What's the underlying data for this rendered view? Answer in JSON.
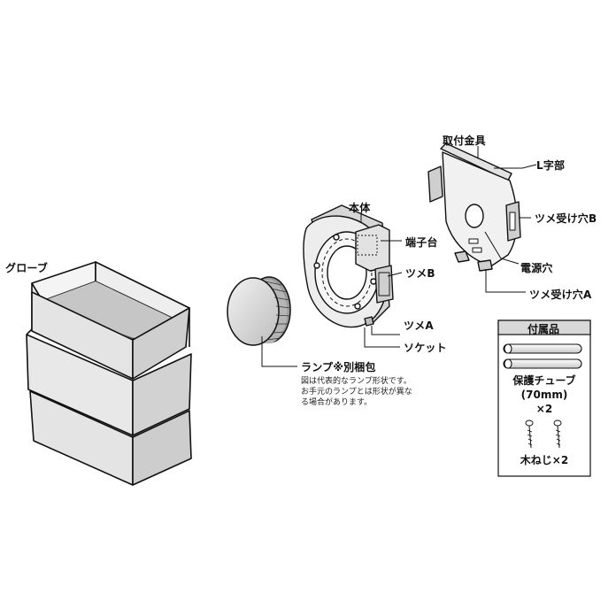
{
  "labels": {
    "globe": "グローブ",
    "mount": "取付金具",
    "l_part": "L字部",
    "claw_hole_b": "ツメ受け穴B",
    "power_hole": "電源穴",
    "claw_hole_a": "ツメ受け穴A",
    "body": "本体",
    "terminal": "端子台",
    "claw_b": "ツメB",
    "claw_a": "ツメA",
    "socket": "ソケット",
    "lamp": "ランプ※別梱包"
  },
  "note": [
    "図は代表的なランプ形状です。",
    "お手元のランプとは形状が異な",
    "る場合があります。"
  ],
  "accessories": {
    "title": "付属品",
    "tube_line1": "保護チューブ",
    "tube_line2": "(70mm)",
    "tube_line3": "×2",
    "screw": "木ねじ×2"
  }
}
